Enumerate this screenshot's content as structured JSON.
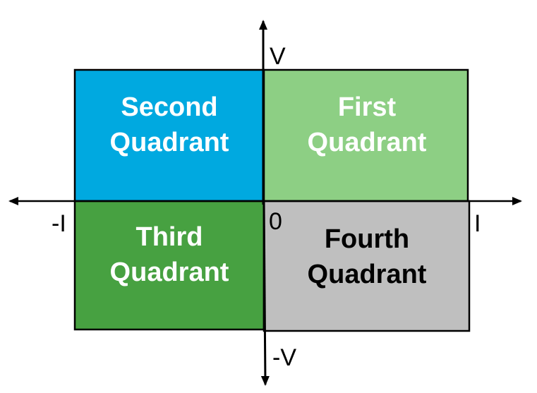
{
  "quadrants": {
    "first": {
      "line1": "First",
      "line2": "Quadrant",
      "fill": "#8dcf84",
      "text_color": "#ffffff"
    },
    "second": {
      "line1": "Second",
      "line2": "Quadrant",
      "fill": "#00a9e0",
      "text_color": "#ffffff"
    },
    "third": {
      "line1": "Third",
      "line2": "Quadrant",
      "fill": "#47a141",
      "text_color": "#ffffff"
    },
    "fourth": {
      "line1": "Fourth",
      "line2": "Quadrant",
      "fill": "#bfbfbf",
      "text_color": "#000000"
    }
  },
  "axes": {
    "positive_y": "V",
    "negative_y": "-V",
    "positive_x": "I",
    "negative_x": "-I",
    "origin": "0",
    "color": "#000000"
  }
}
